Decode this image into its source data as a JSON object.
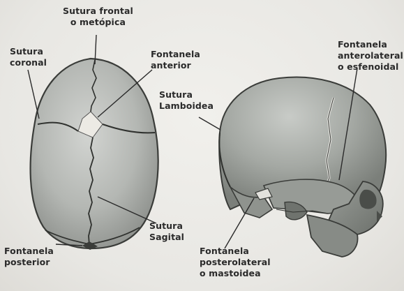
{
  "labels": {
    "sutura_frontal": [
      "Sutura frontal",
      "o metópica"
    ],
    "sutura_coronal": [
      "Sutura",
      "coronal"
    ],
    "fontanela_anterior": [
      "Fontanela",
      "anterior"
    ],
    "sutura_lamboidea": [
      "Sutura",
      "Lamboidea"
    ],
    "fontanela_anterolateral": [
      "Fontanela",
      "anterolateral",
      "o esfenoidal"
    ],
    "fontanela_posterior": [
      "Fontanela",
      "posterior"
    ],
    "sutura_sagital": [
      "Sutura",
      "Sagital"
    ],
    "fontanela_posterolateral": [
      "Fontanela",
      "posterolateral",
      "o mastoidea"
    ]
  }
}
